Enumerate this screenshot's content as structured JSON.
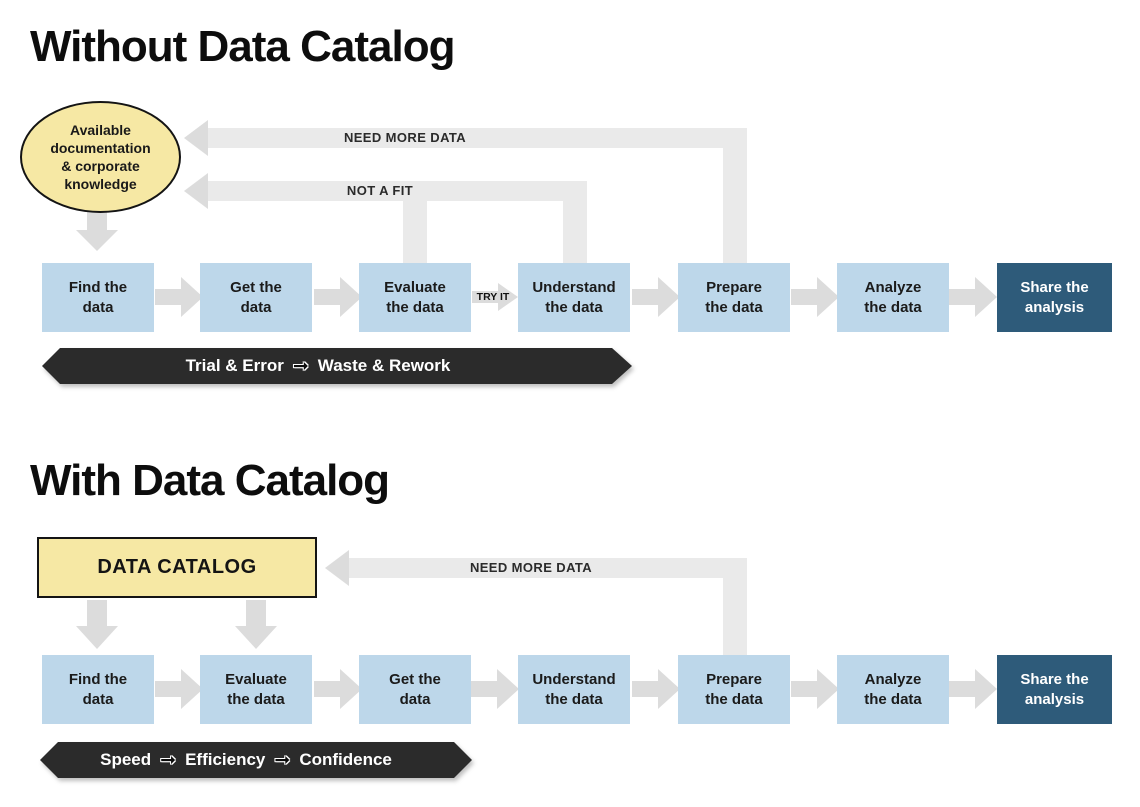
{
  "titles": {
    "without": "Without Data Catalog",
    "with": "With Data Catalog"
  },
  "glyphs": {
    "banner_arrow": "➞"
  },
  "palette": {
    "step_box_blue": "#bdd7ea",
    "final_box_blue": "#2e5b7a",
    "highlight_yellow": "#f6e8a4",
    "banner_dark": "#2b2b2b",
    "band_gray": "#eaeaea",
    "arrow_gray": "#dcdcdc"
  },
  "without": {
    "ellipse_lines": [
      "Available",
      "documentation",
      "& corporate",
      "knowledge"
    ],
    "feedback": {
      "need_more_data": "NEED MORE DATA",
      "not_a_fit": "NOT A FIT"
    },
    "try_it": "TRY IT",
    "boxes": [
      {
        "line1": "Find the",
        "line2": "data"
      },
      {
        "line1": "Get the",
        "line2": "data"
      },
      {
        "line1": "Evaluate",
        "line2": "the data"
      },
      {
        "line1": "Understand",
        "line2": "the data"
      },
      {
        "line1": "Prepare",
        "line2": "the data"
      },
      {
        "line1": "Analyze",
        "line2": "the data"
      },
      {
        "line1": "Share the",
        "line2": "analysis"
      }
    ],
    "banner": {
      "parts": [
        "Trial & Error",
        "Waste & Rework"
      ]
    }
  },
  "with": {
    "catalog_label": "DATA CATALOG",
    "feedback": {
      "need_more_data": "NEED MORE DATA"
    },
    "boxes": [
      {
        "line1": "Find the",
        "line2": "data"
      },
      {
        "line1": "Evaluate",
        "line2": "the data"
      },
      {
        "line1": "Get the",
        "line2": "data"
      },
      {
        "line1": "Understand",
        "line2": "the data"
      },
      {
        "line1": "Prepare",
        "line2": "the data"
      },
      {
        "line1": "Analyze",
        "line2": "the data"
      },
      {
        "line1": "Share the",
        "line2": "analysis"
      }
    ],
    "banner": {
      "parts": [
        "Speed",
        "Efficiency",
        "Confidence"
      ]
    }
  }
}
